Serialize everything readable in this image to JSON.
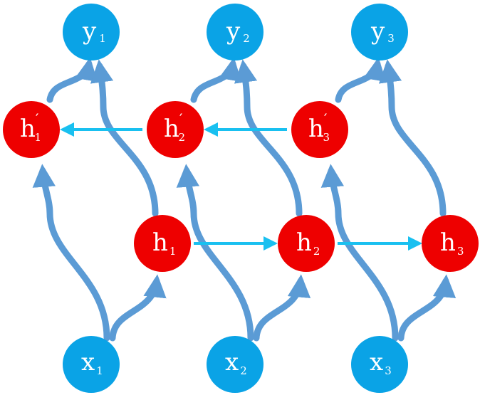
{
  "colors": {
    "output_node": "#0aa3e6",
    "input_node": "#0aa3e6",
    "hidden_node": "#ee0000",
    "curve_arrow": "#5b9bd5",
    "recurrent_arrow": "#19c0f0",
    "label_text": "#ffffff"
  },
  "nodes": {
    "y1": {
      "letter": "y",
      "sub": "1",
      "prime": ""
    },
    "y2": {
      "letter": "y",
      "sub": "2",
      "prime": ""
    },
    "y3": {
      "letter": "y",
      "sub": "3",
      "prime": ""
    },
    "hb1": {
      "letter": "h",
      "sub": "1",
      "prime": "′"
    },
    "hb2": {
      "letter": "h",
      "sub": "2",
      "prime": "′"
    },
    "hb3": {
      "letter": "h",
      "sub": "3",
      "prime": "′"
    },
    "hf1": {
      "letter": "h",
      "sub": "1",
      "prime": ""
    },
    "hf2": {
      "letter": "h",
      "sub": "2",
      "prime": ""
    },
    "hf3": {
      "letter": "h",
      "sub": "3",
      "prime": ""
    },
    "x1": {
      "letter": "x",
      "sub": "1",
      "prime": ""
    },
    "x2": {
      "letter": "x",
      "sub": "2",
      "prime": ""
    },
    "x3": {
      "letter": "x",
      "sub": "3",
      "prime": ""
    }
  }
}
